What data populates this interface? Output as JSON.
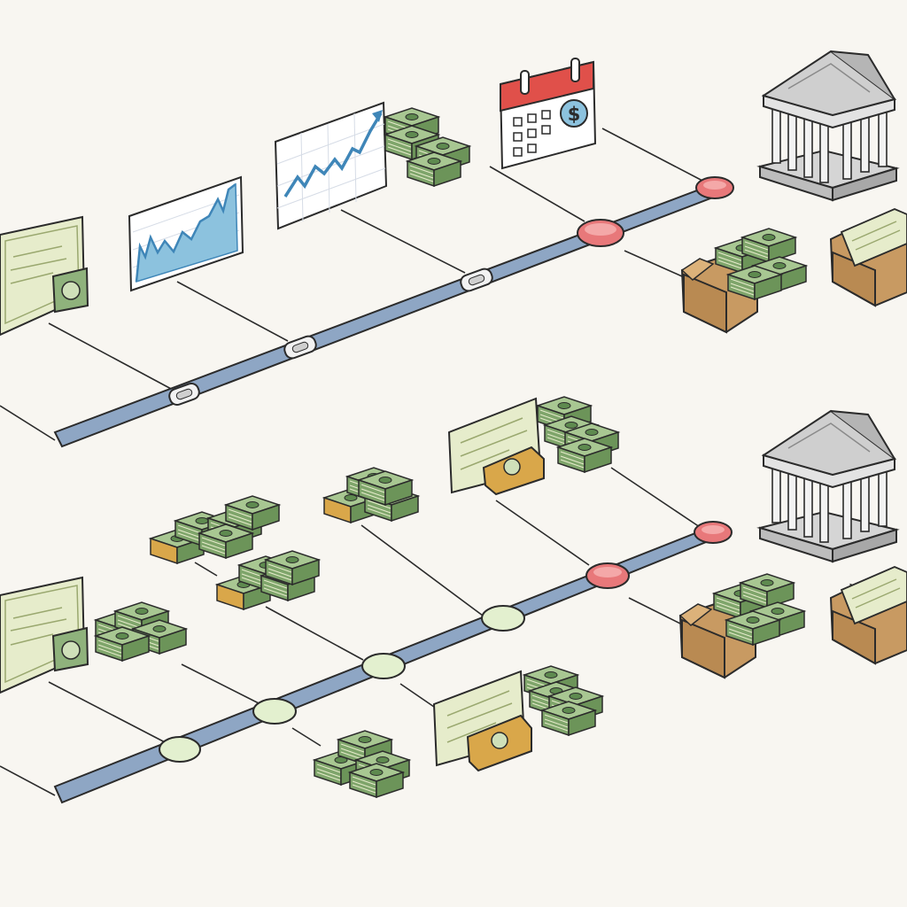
{
  "diagram": {
    "palette": {
      "background": "#f8f6f1",
      "ink": "#2b2b2b",
      "timeline_fill": "#8ea6c4",
      "bill_green": "#8fb27c",
      "bill_dark": "#5e8a4f",
      "certificate": "#e6eccb",
      "box_brown": "#c89a62",
      "gold": "#d9a74a",
      "building": "#e3e3e3",
      "milestone_red": "#e8787a",
      "milestone_green": "#e3f0cf",
      "chart_blue": "#3f86b8",
      "calendar_red": "#e0504a"
    },
    "timelines": [
      {
        "name": "upper",
        "milestone_style": "ring",
        "icons": [
          "certificate-icon",
          "bar-chart-icon",
          "line-chart-icon",
          "cash-stack-icon",
          "calendar-dollar-icon",
          "bank-building-icon",
          "cash-box-icon",
          "certificate-box-icon"
        ]
      },
      {
        "name": "lower",
        "milestone_style": "green-disc",
        "icons": [
          "certificate-icon",
          "cash-stack-icon",
          "certificate-icon",
          "cash-stack-icon",
          "bank-building-icon",
          "cash-box-icon",
          "certificate-box-icon"
        ]
      }
    ]
  }
}
